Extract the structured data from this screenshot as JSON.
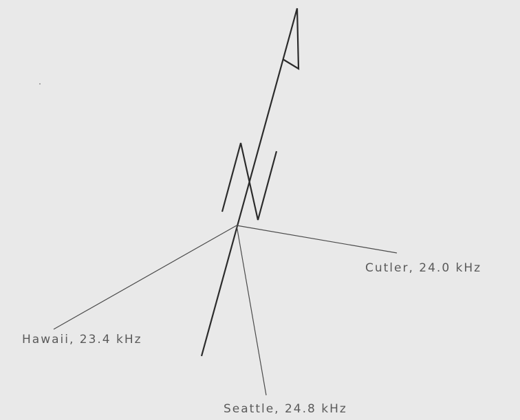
{
  "diagram": {
    "stations": [
      {
        "id": "hawaii",
        "label": "Hawaii, 23.4 kHz"
      },
      {
        "id": "cutler",
        "label": "Cutler, 24.0 kHz"
      },
      {
        "id": "seattle",
        "label": "Seattle, 24.8 kHz"
      }
    ],
    "colors": {
      "background": "#e9e9e9",
      "thick_line": "#2b2b2b",
      "thin_line": "#4a4a4a",
      "label_text": "#5a5a5a"
    }
  }
}
